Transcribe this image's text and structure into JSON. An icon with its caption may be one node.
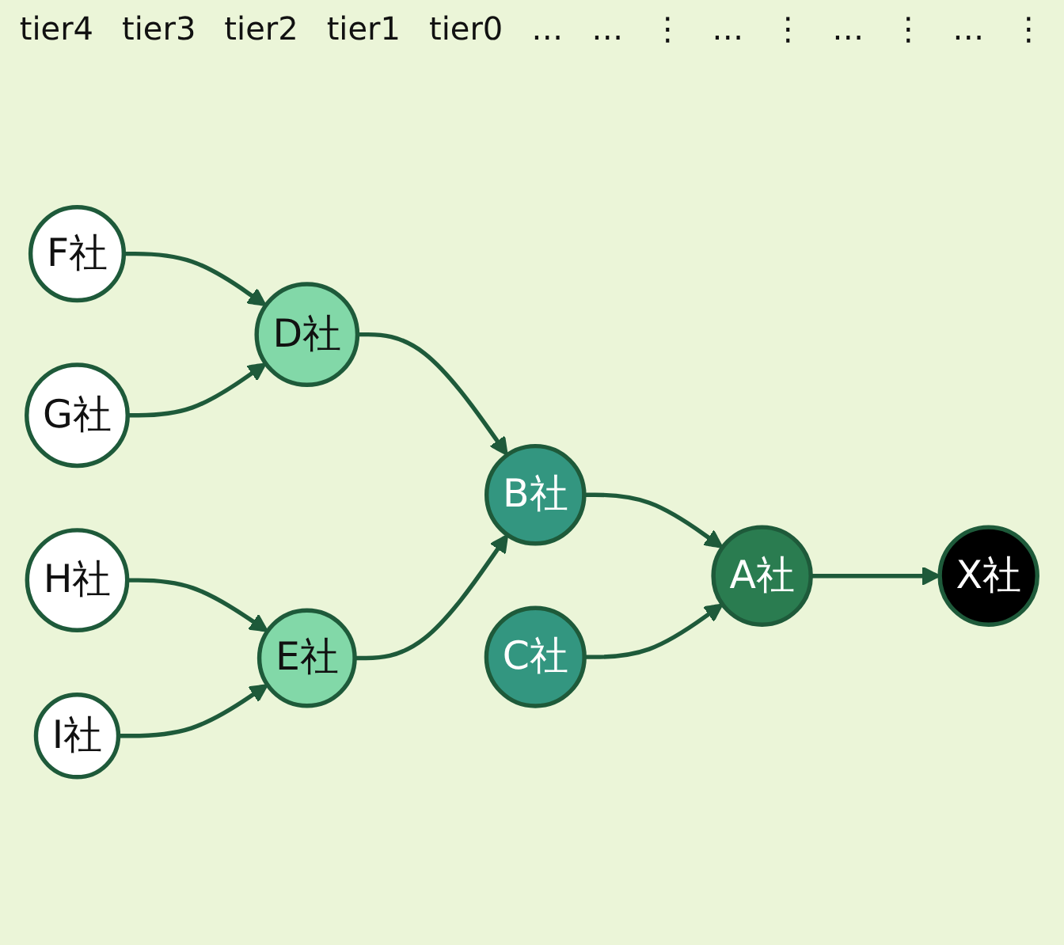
{
  "diagram": {
    "nodes": [
      {
        "text": [
          "F社"
        ]
      },
      {
        "text": [
          "D社"
        ]
      },
      {
        "text": [
          "B社"
        ]
      },
      {
        "text": [
          "A社"
        ]
      },
      {
        "text": [
          "X社"
        ]
      },
      {
        "text": [
          "G社"
        ]
      },
      {
        "text": [
          "H社"
        ]
      },
      {
        "text": [
          "E社"
        ]
      },
      {
        "text": [
          "I社"
        ]
      },
      {
        "text": [
          "C社"
        ]
      }
    ],
    "edges": [
      {
        "from": 0,
        "to": 1,
        "arrow": "to"
      },
      {
        "from": 5,
        "to": 1,
        "arrow": "to"
      },
      {
        "from": 1,
        "to": 2,
        "arrow": "to"
      },
      {
        "from": 7,
        "to": 2,
        "arrow": "to"
      },
      {
        "from": 2,
        "to": 3,
        "arrow": "to"
      },
      {
        "from": 9,
        "to": 3,
        "arrow": "to"
      },
      {
        "from": 3,
        "to": 4,
        "arrow": "to"
      },
      {
        "from": 6,
        "to": 7,
        "arrow": "to"
      },
      {
        "from": 8,
        "to": 7,
        "arrow": "to"
      }
    ],
    "labels": [
      "tier4",
      "tier3",
      "tier2",
      "tier1",
      "tier0",
      "…",
      "…",
      "⋮",
      "…",
      "⋮",
      "…",
      "⋮",
      "…",
      "⋮"
    ]
  }
}
